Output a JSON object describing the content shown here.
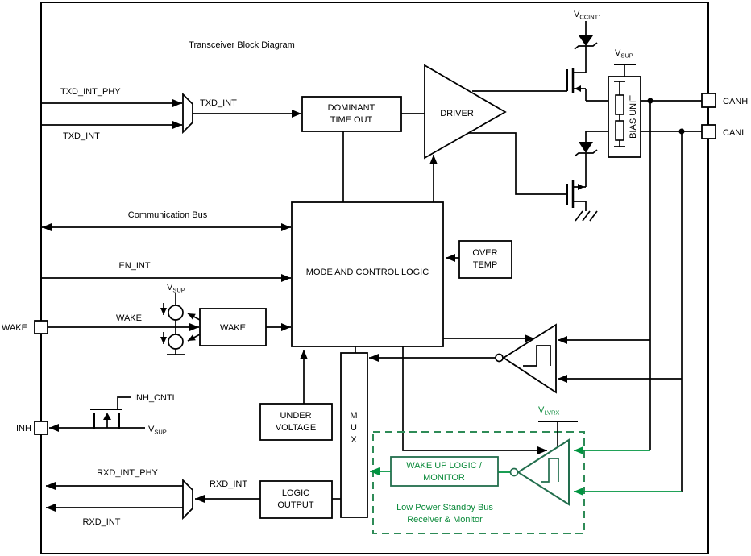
{
  "title": "Transceiver Block Diagram",
  "colors": {
    "line": "#000000",
    "green_line": "#009440",
    "green_dark": "#226e4d",
    "green_text": "#0a8a3a",
    "green_dashed": "#2e8b57",
    "background": "#ffffff"
  },
  "terminals": {
    "wake": "WAKE",
    "inh": "INH",
    "canh": "CANH",
    "canl": "CANL"
  },
  "blocks": {
    "dominant_time_out": {
      "line1": "DOMINANT",
      "line2": "TIME OUT"
    },
    "driver": "DRIVER",
    "mode_logic": "MODE AND CONTROL LOGIC",
    "over_temp": {
      "line1": "OVER",
      "line2": "TEMP"
    },
    "wake": "WAKE",
    "under_voltage": {
      "line1": "UNDER",
      "line2": "VOLTAGE"
    },
    "mux": {
      "l1": "M",
      "l2": "U",
      "l3": "X"
    },
    "logic_output": {
      "line1": "LOGIC",
      "line2": "OUTPUT"
    },
    "bias_unit": "BIAS UNIT",
    "wake_up_logic": {
      "line1": "WAKE UP LOGIC /",
      "line2": "MONITOR"
    }
  },
  "signals": {
    "txd_int_phy": "TXD_INT_PHY",
    "txd_int_left": "TXD_INT",
    "txd_int_mid": "TXD_INT",
    "communication_bus": "Communication Bus",
    "en_int": "EN_INT",
    "wake_line": "WAKE",
    "inh_cntl": "INH_CNTL",
    "rxd_int_phy": "RXD_INT_PHY",
    "rxd_int_left": "RXD_INT",
    "rxd_int_mid": "RXD_INT"
  },
  "supplies": {
    "vccint1": {
      "v": "V",
      "sub": "CCINT1"
    },
    "vsup_top": {
      "v": "V",
      "sub": "SUP"
    },
    "vsup_wake": {
      "v": "V",
      "sub": "SUP"
    },
    "vsup_inh": {
      "v": "V",
      "sub": "SUP"
    },
    "vlvrx": {
      "v": "V",
      "sub": "LVRX"
    }
  },
  "standby": {
    "caption_line1": "Low Power Standby Bus",
    "caption_line2": "Receiver & Monitor"
  }
}
